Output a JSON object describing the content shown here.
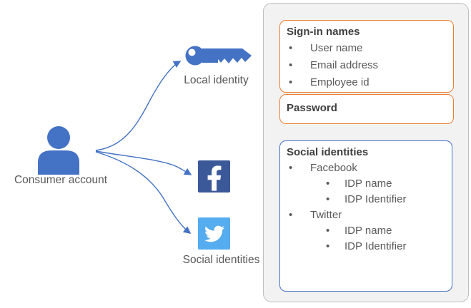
{
  "left": {
    "consumer_account_label": "Consumer account",
    "local_identity_label": "Local identity",
    "social_identities_label": "Social identities"
  },
  "panel": {
    "signin_box": {
      "title": "Sign-in names",
      "items": [
        "User name",
        "Email address",
        "Employee id"
      ]
    },
    "password_box": {
      "title": "Password"
    },
    "social_box": {
      "title": "Social identities",
      "items": [
        {
          "label": "Facebook",
          "level": 1
        },
        {
          "label": "IDP name",
          "level": 2
        },
        {
          "label": "IDP Identifier",
          "level": 2
        },
        {
          "label": "Twitter",
          "level": 1
        },
        {
          "label": "IDP name",
          "level": 2
        },
        {
          "label": "IDP Identifier",
          "level": 2
        }
      ]
    }
  },
  "icons": {
    "person": "person-icon",
    "key": "key-icon",
    "facebook": "facebook-icon",
    "twitter": "twitter-icon",
    "arrows": "connector-arrow-icons"
  },
  "colors": {
    "primary_blue": "#4472C4",
    "facebook_blue": "#3B5998",
    "twitter_blue": "#55ACEE",
    "orange_border": "#ED7D31",
    "panel_fill": "#F2F2F2",
    "panel_border": "#BFBFBF",
    "text_gray": "#595959",
    "title_dark": "#3F3F3F"
  }
}
